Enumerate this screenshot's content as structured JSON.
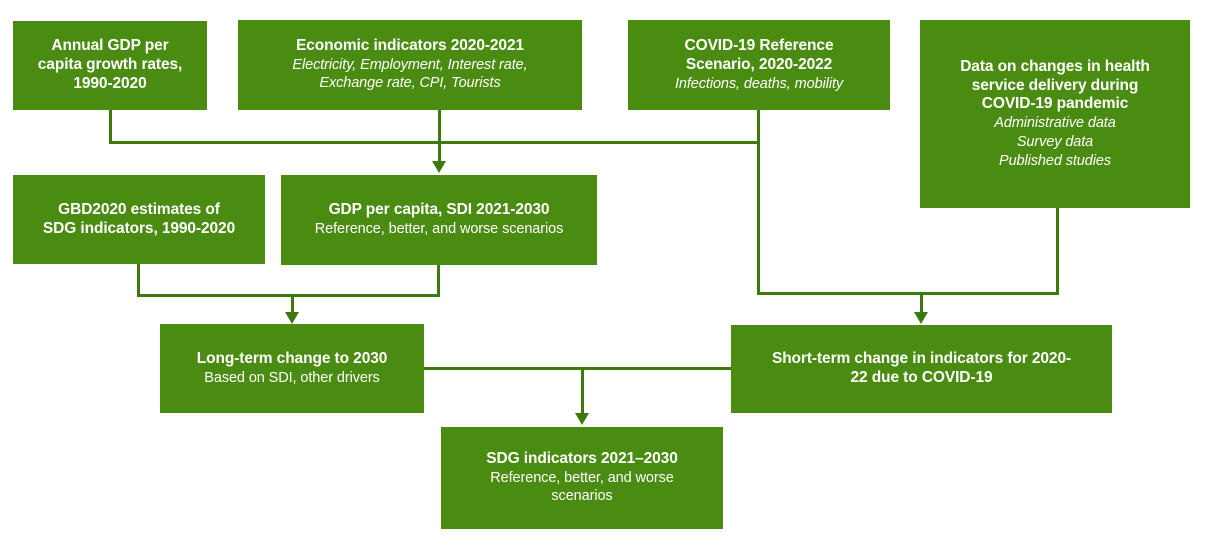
{
  "diagram": {
    "title": "SDG indicator projection framework flowchart",
    "accent_color": "#4a8c11",
    "connector_color": "#3c7a0e",
    "text_color": "#ffffff",
    "background_color": "#ffffff"
  },
  "nodes": {
    "annual_gdp": {
      "title_line1": "Annual GDP per",
      "title_line2": "capita growth rates,",
      "title_line3": "1990-2020"
    },
    "economic_indicators": {
      "title": "Economic indicators 2020-2021",
      "sub_line1": "Electricity, Employment, Interest rate,",
      "sub_line2": "Exchange rate, CPI, Tourists"
    },
    "covid_reference": {
      "title_line1": "COVID-19 Reference",
      "title_line2": "Scenario, 2020-2022",
      "sub_line1": "Infections, deaths, mobility"
    },
    "health_service_data": {
      "title_line1": "Data on changes in health",
      "title_line2": "service delivery during",
      "title_line3": "COVID-19 pandemic",
      "sub_line1": "Administrative data",
      "sub_line2": "Survey data",
      "sub_line3": "Published studies"
    },
    "gbd_estimates": {
      "title_line1": "GBD2020 estimates of",
      "title_line2": "SDG indicators, 1990-2020"
    },
    "gdp_sdi": {
      "title": "GDP per capita, SDI 2021-2030",
      "sub_line1": "Reference, better, and worse scenarios"
    },
    "long_term_change": {
      "title": "Long-term change to 2030",
      "sub_line1": "Based on SDI, other drivers"
    },
    "short_term_change": {
      "title_line1": "Short-term change in indicators for 2020-",
      "title_line2": "22 due to COVID-19"
    },
    "sdg_indicators": {
      "title": "SDG indicators 2021–2030",
      "sub_line1": "Reference, better, and worse",
      "sub_line2": "scenarios"
    }
  }
}
